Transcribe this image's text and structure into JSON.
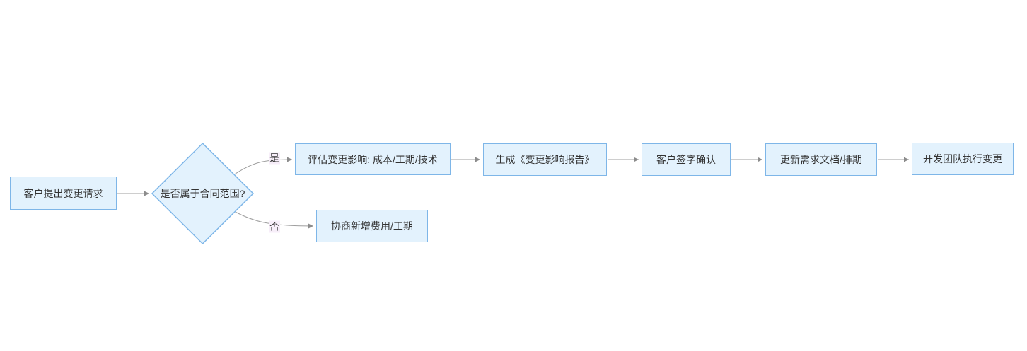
{
  "flowchart": {
    "nodes": {
      "start": {
        "label": "客户提出变更请求",
        "shape": "rect"
      },
      "decision": {
        "label": "是否属于合同范围?",
        "shape": "diamond"
      },
      "assess": {
        "label": "评估变更影响: 成本/工期/技术",
        "shape": "rect"
      },
      "report": {
        "label": "生成《变更影响报告》",
        "shape": "rect"
      },
      "sign": {
        "label": "客户签字确认",
        "shape": "rect"
      },
      "update": {
        "label": "更新需求文档/排期",
        "shape": "rect"
      },
      "execute": {
        "label": "开发团队执行变更",
        "shape": "rect"
      },
      "negotiate": {
        "label": "协商新增费用/工期",
        "shape": "rect"
      }
    },
    "edge_labels": {
      "yes": "是",
      "no": "否"
    },
    "edges": [
      {
        "from": "start",
        "to": "decision",
        "label": ""
      },
      {
        "from": "decision",
        "to": "assess",
        "label": "是"
      },
      {
        "from": "decision",
        "to": "negotiate",
        "label": "否"
      },
      {
        "from": "assess",
        "to": "report",
        "label": ""
      },
      {
        "from": "report",
        "to": "sign",
        "label": ""
      },
      {
        "from": "sign",
        "to": "update",
        "label": ""
      },
      {
        "from": "update",
        "to": "execute",
        "label": ""
      }
    ],
    "colors": {
      "canvas_bg": "#ffffff",
      "node_fill": "#e3f2fd",
      "node_border": "#7eb6e8",
      "edge_line": "#9e9e9e",
      "arrowhead": "#8c8c8c",
      "text": "#333333",
      "edge_label_bg": "#f7eef9"
    }
  }
}
